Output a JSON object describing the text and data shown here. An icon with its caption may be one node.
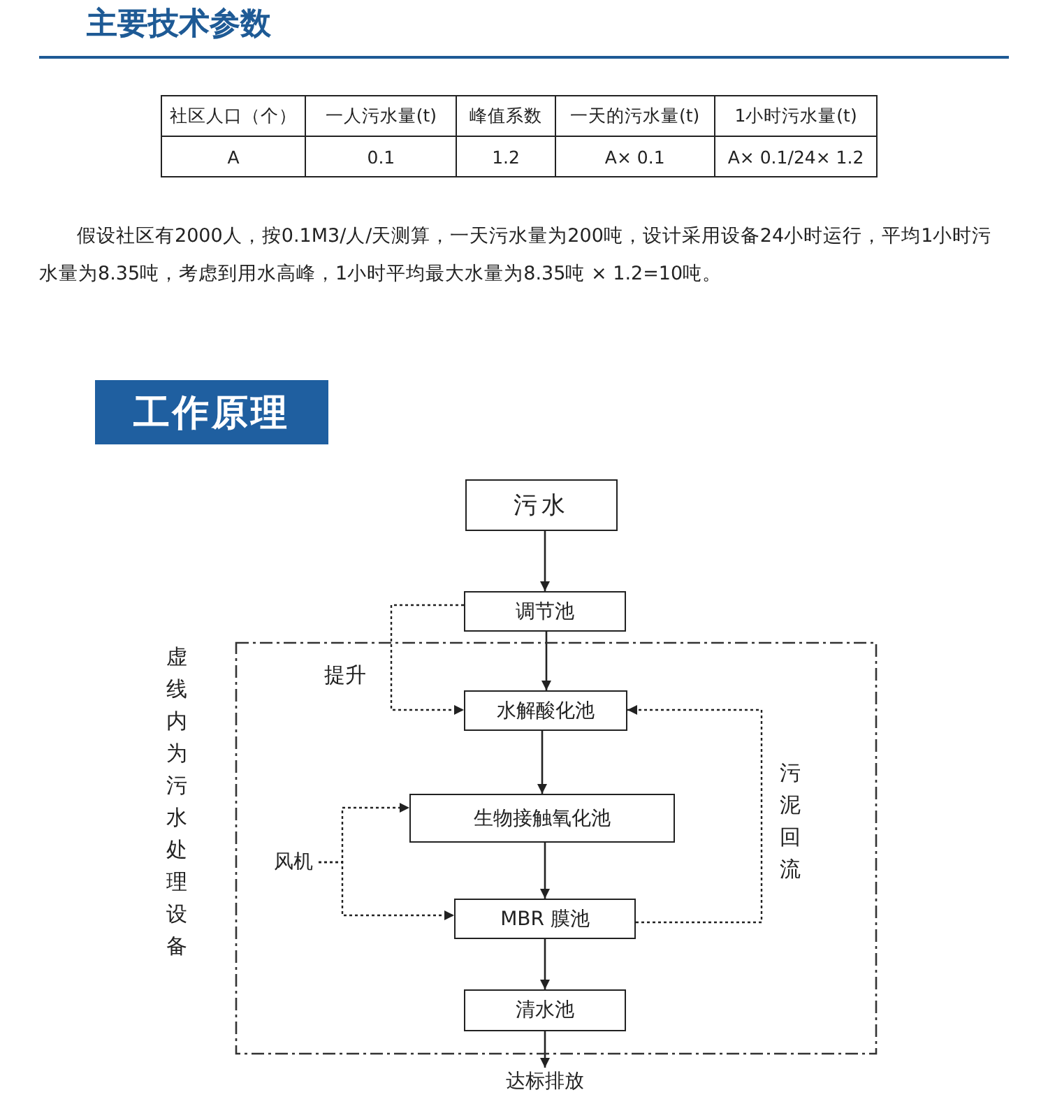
{
  "diagram": {
    "title": "主要技术参数",
    "nodes": [
      {
        "text": [
          "污水"
        ]
      },
      {
        "text": [
          "调节池"
        ]
      },
      {
        "text": [
          "虚线内为污水处理设备"
        ]
      },
      {
        "text": [
          "水解酸化池"
        ],
        "in": 2
      },
      {
        "text": [
          "生物接触氧化池"
        ],
        "in": 2
      },
      {
        "text": [
          "MBR 膜池"
        ],
        "in": 2
      },
      {
        "text": [
          "清水池"
        ],
        "in": 2
      },
      {
        "text": [
          "达标排放"
        ]
      },
      {
        "text": [
          "风机"
        ],
        "in": 2
      }
    ],
    "edges": [
      {
        "from": 0,
        "to": 1,
        "arrow": "to"
      },
      {
        "from": 1,
        "to": 3,
        "arrow": "to"
      },
      {
        "from": 1,
        "to": 3,
        "arrow": "to",
        "style": "dashed",
        "label": "提升"
      },
      {
        "from": 3,
        "to": 4,
        "arrow": "to"
      },
      {
        "from": 8,
        "to": 4,
        "arrow": "to",
        "style": "dashed"
      },
      {
        "from": 8,
        "to": 5,
        "arrow": "to",
        "style": "dashed"
      },
      {
        "from": 4,
        "to": 5,
        "arrow": "to"
      },
      {
        "from": 5,
        "to": 3,
        "arrow": "to",
        "style": "dashed",
        "label": "污泥回流"
      },
      {
        "from": 5,
        "to": 6,
        "arrow": "to"
      },
      {
        "from": 6,
        "to": 7,
        "arrow": "to"
      }
    ],
    "labels": [
      "社区人口（个）",
      "一人污水量(t)",
      "峰值系数",
      "一天的污水量(t)",
      "1小时污水量(t)",
      "A",
      "0.1",
      "1.2",
      "A× 0.1",
      "A× 0.1/24× 1.2",
      "假设社区有2000人，按0.1M3/人/天测算，一天污水量为200吨，设计采用设备24小时运行，平均1小时污水量为8.35吨，考虑到用水高峰，1小时平均最大水量为8.35吨 × 1.2=10吨。",
      "工作原理"
    ]
  }
}
